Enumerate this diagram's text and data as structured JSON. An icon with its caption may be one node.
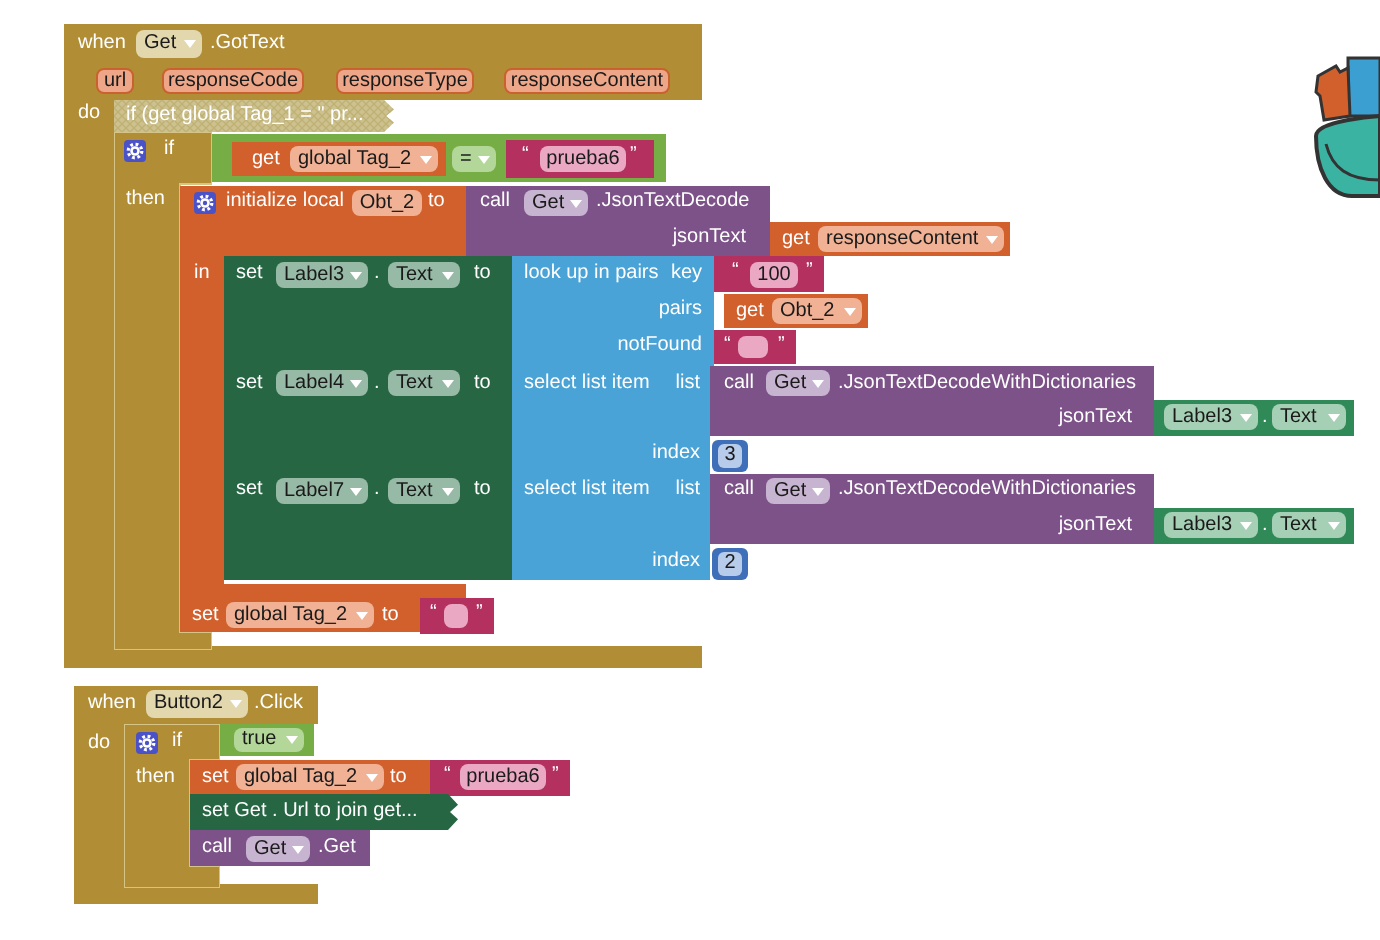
{
  "diagram": {
    "nodes": [
      {
        "text": [
          "when",
          ".GotText",
          "do"
        ]
      },
      {
        "text": [
          "Get"
        ],
        "in": 0
      },
      {
        "text": [
          "url"
        ],
        "in": 0
      },
      {
        "text": [
          "responseCode"
        ],
        "in": 0
      },
      {
        "text": [
          "responseType"
        ],
        "in": 0
      },
      {
        "text": [
          "responseContent"
        ],
        "in": 0
      },
      {
        "text": [
          "if (get global Tag_1 = \" pr..."
        ]
      },
      {
        "text": [
          "if",
          "then"
        ]
      },
      {
        "text": [],
        "shape": "box"
      },
      {
        "text": [
          "get"
        ],
        "in": 8
      },
      {
        "text": [
          "global Tag_2"
        ],
        "in": 9
      },
      {
        "text": [
          "="
        ],
        "in": 8
      },
      {
        "text": [
          "“",
          "”"
        ],
        "in": 8
      },
      {
        "text": [
          "prueba6"
        ],
        "in": 12
      },
      {
        "text": [
          "initialize local",
          "to",
          "in"
        ]
      },
      {
        "text": [
          "Obt_2"
        ],
        "in": 14
      },
      {
        "text": [
          "call",
          ".JsonTextDecode",
          "jsonText"
        ]
      },
      {
        "text": [
          "Get"
        ],
        "in": 16
      },
      {
        "text": [
          "get"
        ]
      },
      {
        "text": [
          "responseContent"
        ],
        "in": 18
      },
      {
        "text": [
          "set",
          ".",
          "to"
        ]
      },
      {
        "text": [
          "Label3"
        ],
        "in": 20
      },
      {
        "text": [
          "Text"
        ],
        "in": 20
      },
      {
        "text": [
          "look up in pairs",
          "key",
          "pairs",
          "notFound"
        ]
      },
      {
        "text": [
          "“",
          "”"
        ]
      },
      {
        "text": [
          "100"
        ],
        "in": 24
      },
      {
        "text": [
          "get"
        ]
      },
      {
        "text": [
          "Obt_2"
        ],
        "in": 26
      },
      {
        "text": [
          "“",
          "”"
        ]
      },
      {
        "text": [],
        "shape": "box",
        "in": 28
      },
      {
        "text": [
          "set",
          ".",
          "to"
        ]
      },
      {
        "text": [
          "Label4"
        ],
        "in": 30
      },
      {
        "text": [
          "Text"
        ],
        "in": 30
      },
      {
        "text": [
          "select list item",
          "list",
          "index"
        ]
      },
      {
        "text": [
          "call",
          ".JsonTextDecodeWithDictionaries",
          "jsonText"
        ]
      },
      {
        "text": [
          "Get"
        ],
        "in": 34
      },
      {
        "text": [
          "."
        ]
      },
      {
        "text": [
          "Label3"
        ],
        "in": 36
      },
      {
        "text": [
          "Text"
        ],
        "in": 36
      },
      {
        "text": [
          "3"
        ]
      },
      {
        "text": [
          "set",
          ".",
          "to"
        ]
      },
      {
        "text": [
          "Label7"
        ],
        "in": 40
      },
      {
        "text": [
          "Text"
        ],
        "in": 40
      },
      {
        "text": [
          "select list item",
          "list",
          "index"
        ]
      },
      {
        "text": [
          "call",
          ".JsonTextDecodeWithDictionaries",
          "jsonText"
        ]
      },
      {
        "text": [
          "Get"
        ],
        "in": 44
      },
      {
        "text": [
          "."
        ]
      },
      {
        "text": [
          "Label3"
        ],
        "in": 46
      },
      {
        "text": [
          "Text"
        ],
        "in": 46
      },
      {
        "text": [
          "2"
        ]
      },
      {
        "text": [
          "set",
          "to"
        ]
      },
      {
        "text": [
          "global Tag_2"
        ],
        "in": 50
      },
      {
        "text": [
          "“",
          "”"
        ]
      },
      {
        "text": [],
        "shape": "box",
        "in": 52
      },
      {
        "text": [
          "when",
          ".Click",
          "do"
        ]
      },
      {
        "text": [
          "Button2"
        ],
        "in": 54
      },
      {
        "text": [
          "if",
          "then"
        ]
      },
      {
        "text": [],
        "shape": "box"
      },
      {
        "text": [
          "true"
        ],
        "in": 57
      },
      {
        "text": [
          "set",
          "to"
        ]
      },
      {
        "text": [
          "global Tag_2"
        ],
        "in": 59
      },
      {
        "text": [
          "“",
          "”"
        ]
      },
      {
        "text": [
          "prueba6"
        ],
        "in": 61
      },
      {
        "text": [
          "set Get . Url to join get..."
        ]
      },
      {
        "text": [
          "call",
          ".Get"
        ]
      },
      {
        "text": [
          "Get"
        ],
        "in": 64
      }
    ]
  }
}
